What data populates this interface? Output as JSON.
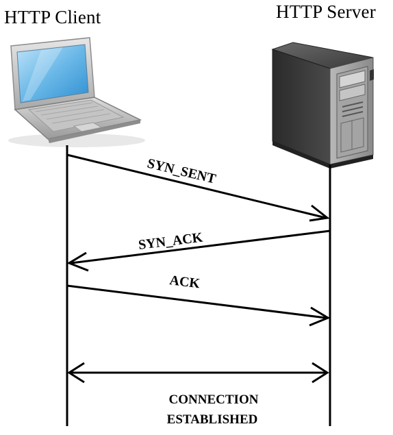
{
  "client": {
    "label": "HTTP Client",
    "icon": "laptop-icon"
  },
  "server": {
    "label": "HTTP Server",
    "icon": "server-tower-icon"
  },
  "messages": [
    {
      "label": "SYN_SENT",
      "direction": "client-to-server"
    },
    {
      "label": "SYN_ACK",
      "direction": "server-to-client"
    },
    {
      "label": "ACK",
      "direction": "client-to-server"
    }
  ],
  "connection": {
    "line1": "CONNECTION",
    "line2": "ESTABLISHED",
    "direction": "bidirectional"
  }
}
